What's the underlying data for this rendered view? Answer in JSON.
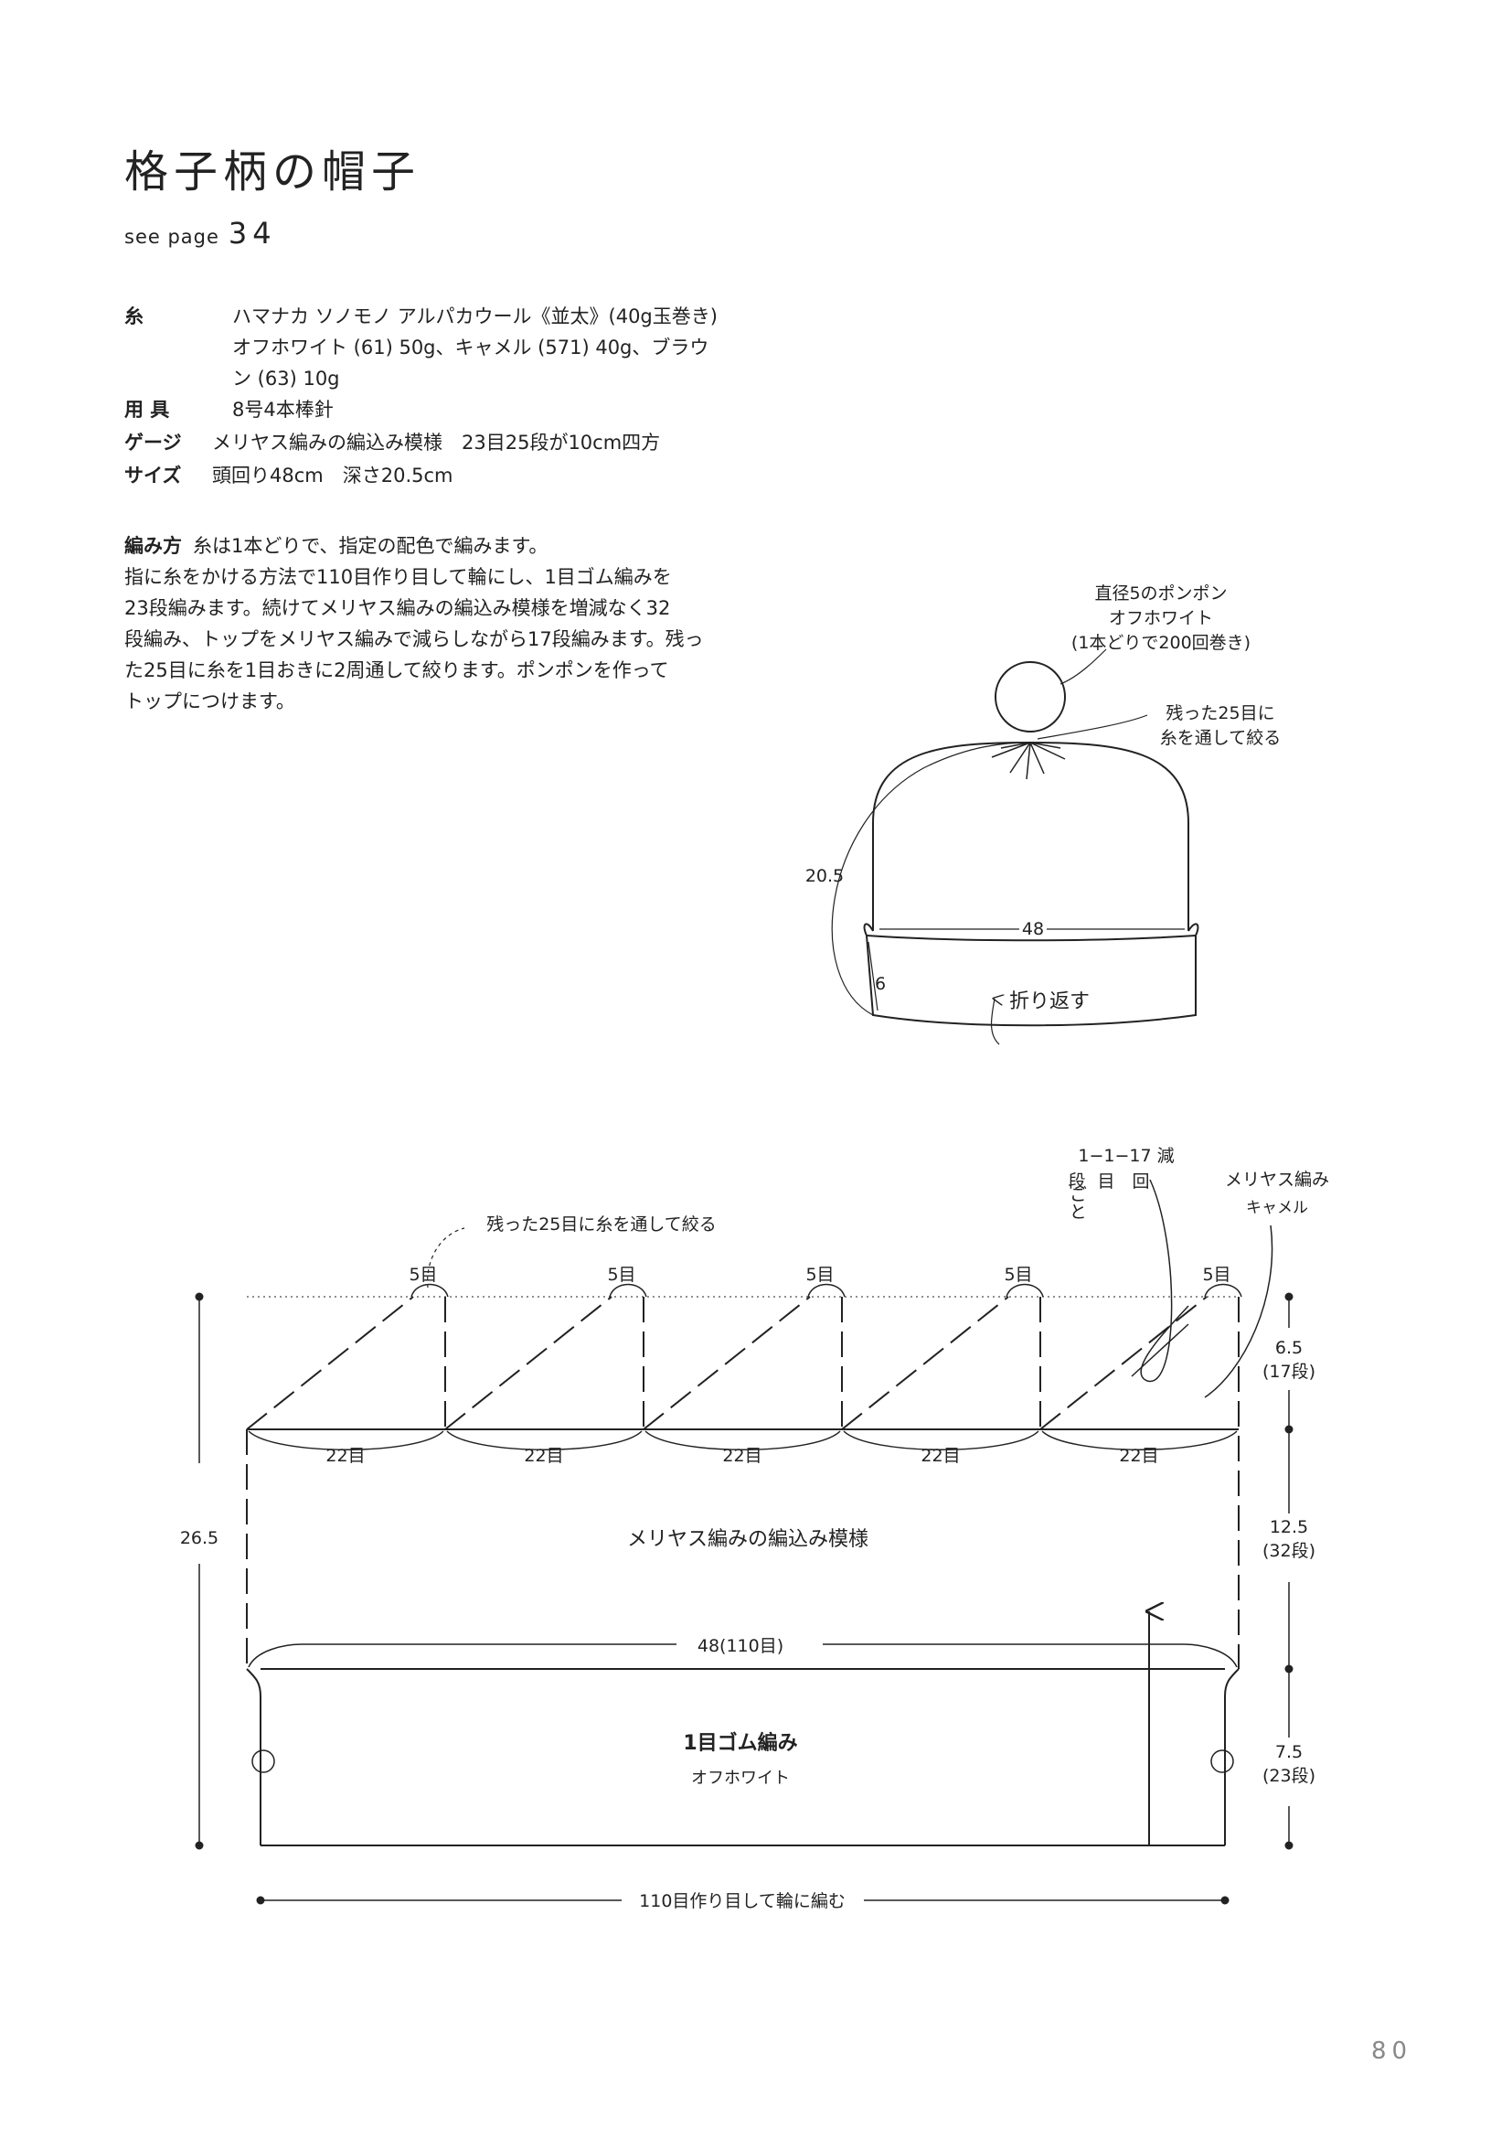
{
  "header": {
    "title": "格子柄の帽子",
    "see_page_label": "see page",
    "see_page_number": "34"
  },
  "specs": [
    {
      "label": "糸",
      "lines": [
        "ハマナカ ソノモノ アルパカウール《並太》(40g玉巻き)",
        "オフホワイト (61) 50g、キャメル (571) 40g、ブラウ",
        "ン (63) 10g"
      ]
    },
    {
      "label": "用 具",
      "lines": [
        "8号4本棒針"
      ]
    },
    {
      "label": "ゲージ",
      "lines": [
        "メリヤス編みの編込み模様　23目25段が10cm四方"
      ]
    },
    {
      "label": "サイズ",
      "lines": [
        "頭回り48cm　深さ20.5cm"
      ]
    }
  ],
  "method": {
    "heading": "編み方",
    "lines": [
      "糸は1本どりで、指定の配色で編みます。",
      "指に糸をかける方法で110目作り目して輪にし、1目ゴム編みを",
      "23段編みます。続けてメリヤス編みの編込み模様を増減なく32",
      "段編み、トップをメリヤス編みで減らしながら17段編みます。残っ",
      "た25目に糸を1目おきに2周通して絞ります。ポンポンを作って",
      "トップにつけます。"
    ]
  },
  "hat_diagram": {
    "pompom_label": [
      "直径5のポンポン",
      "オフホワイト",
      "(1本どりで200回巻き)"
    ],
    "gather_label": [
      "残った25目に",
      "糸を通して絞る"
    ],
    "height": "20.5",
    "width": "48",
    "brim": "6",
    "fold_label": "折り返す"
  },
  "chart_diagram": {
    "gather_label": "残った25目に糸を通して絞る",
    "top_stitches": [
      "5目",
      "5目",
      "5目",
      "5目",
      "5目"
    ],
    "section_stitches": [
      "22目",
      "22目",
      "22目",
      "22目",
      "22目"
    ],
    "decrease_header": "1−1−17 減",
    "decrease_sub": [
      "段",
      "目",
      "回"
    ],
    "decrease_vertical": "ごと",
    "stockinette_label": "メリヤス編み",
    "camel_label": "キャメル",
    "pattern_label": "メリヤス編みの編込み模様",
    "width_label": "48(110目)",
    "rib_label": "1目ゴム編み",
    "offwhite_label": "オフホワイト",
    "cast_on_label": "110目作り目して輪に編む",
    "total_height": "26.5",
    "top_height": "6.5",
    "top_rows": "(17段)",
    "mid_height": "12.5",
    "mid_rows": "(32段)",
    "bottom_height": "7.5",
    "bottom_rows": "(23段)"
  },
  "footer": {
    "page_number": "80"
  }
}
